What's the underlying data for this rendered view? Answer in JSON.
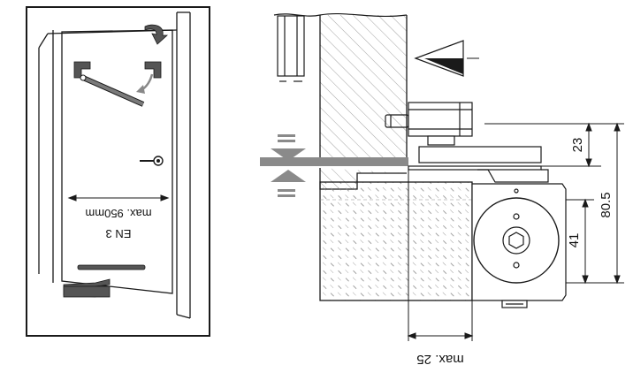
{
  "left_panel": {
    "door_text_line1": "EN 3",
    "door_text_line2": "max. 950mm"
  },
  "right_panel": {
    "dim_23": "23",
    "dim_80_5": "80.5",
    "dim_41": "41",
    "dim_max_25": "max. 25"
  },
  "colors": {
    "line": "#1a1a1a",
    "grey_bar": "#8a8a8a",
    "dark_part": "#555555",
    "hatch": "#7a7a7a"
  }
}
